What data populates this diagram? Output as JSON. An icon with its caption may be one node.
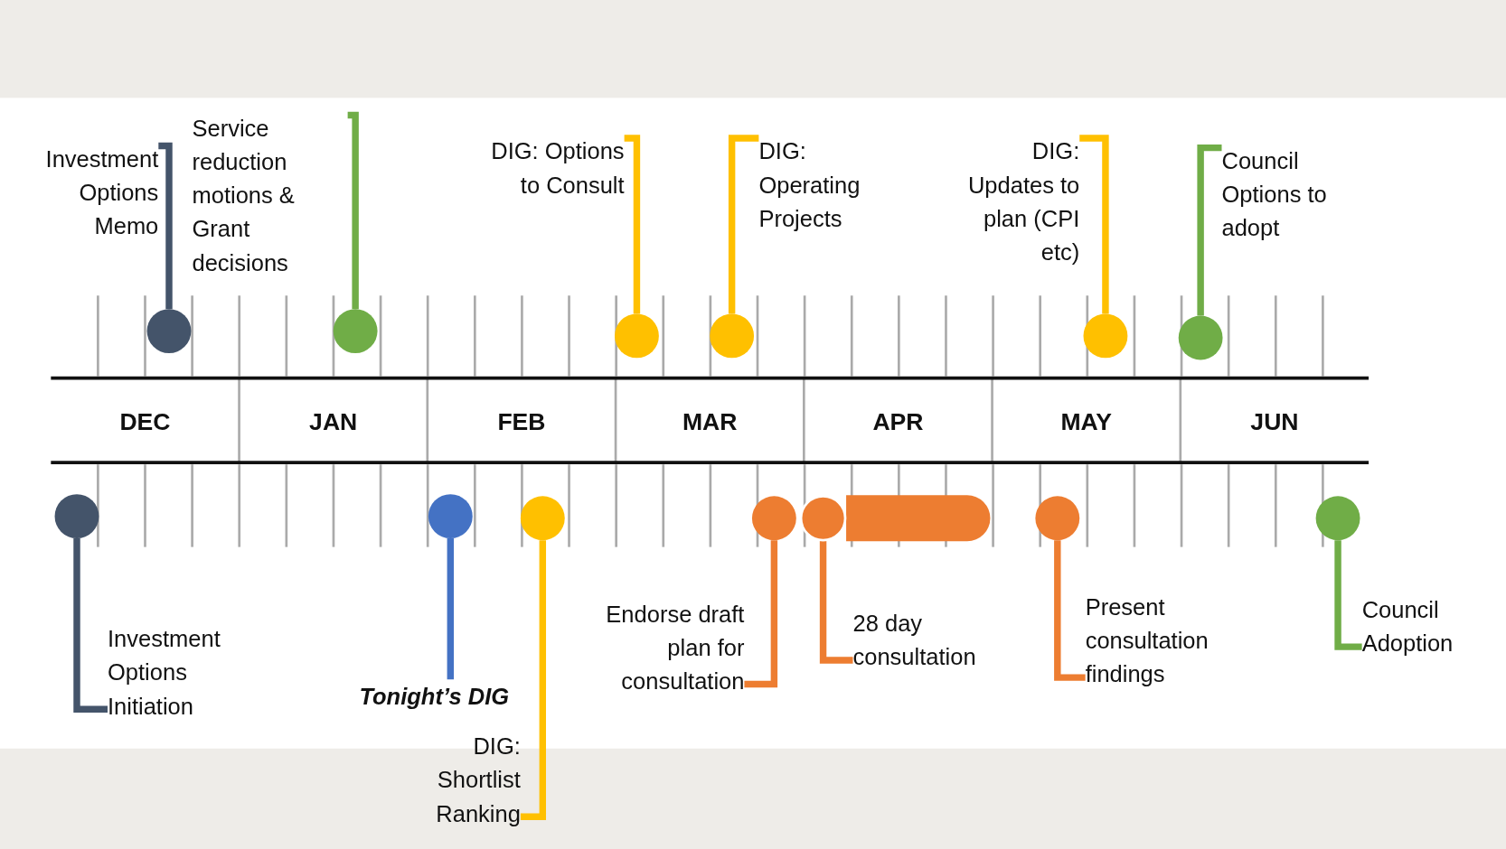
{
  "diagram": {
    "nodes": [
      {
        "text": [
          "Investment Options Memo"
        ]
      },
      {
        "text": [],
        "shape": "circle"
      },
      {
        "text": [
          "Service reduction motions & Grant decisions"
        ]
      },
      {
        "text": [],
        "shape": "circle"
      },
      {
        "text": [
          "DIG: Options to Consult"
        ]
      },
      {
        "text": [],
        "shape": "circle"
      },
      {
        "text": [
          "DIG: Operating Projects"
        ]
      },
      {
        "text": [],
        "shape": "circle"
      },
      {
        "text": [
          "DIG: Updates to plan (CPI etc)"
        ]
      },
      {
        "text": [],
        "shape": "circle"
      },
      {
        "text": [
          "Council Options to adopt"
        ]
      },
      {
        "text": [],
        "shape": "circle"
      },
      {
        "text": [
          "Investment Options Initiation"
        ]
      },
      {
        "text": [],
        "shape": "circle"
      },
      {
        "text": [
          "Tonight’s DIG"
        ]
      },
      {
        "text": [],
        "shape": "circle"
      },
      {
        "text": [
          "DIG: Shortlist Ranking"
        ]
      },
      {
        "text": [],
        "shape": "circle"
      },
      {
        "text": [
          "Endorse draft plan for consultation"
        ]
      },
      {
        "text": [],
        "shape": "circle"
      },
      {
        "text": [
          "28 day consultation"
        ]
      },
      {
        "text": [],
        "shape": "circle"
      },
      {
        "text": [],
        "shape": "bar"
      },
      {
        "text": [
          "Present consultation findings"
        ]
      },
      {
        "text": [],
        "shape": "circle"
      },
      {
        "text": [
          "Council Adoption"
        ]
      },
      {
        "text": [],
        "shape": "circle"
      }
    ],
    "edges": [
      {
        "from": 0,
        "to": 1,
        "arrow": "none",
        "color": "#44546a"
      },
      {
        "from": 2,
        "to": 3,
        "arrow": "none",
        "color": "#70ad47"
      },
      {
        "from": 4,
        "to": 5,
        "arrow": "none"
      },
      {
        "from": 6,
        "to": 7,
        "arrow": "none"
      },
      {
        "from": 8,
        "to": 9,
        "arrow": "none"
      },
      {
        "from": 10,
        "to": 11,
        "arrow": "none",
        "color": "#70ad47"
      },
      {
        "from": 12,
        "to": 13,
        "arrow": "none",
        "color": "#44546a"
      },
      {
        "from": 14,
        "to": 15,
        "arrow": "none",
        "color": "#4472c4"
      },
      {
        "from": 16,
        "to": 17,
        "arrow": "none"
      },
      {
        "from": 18,
        "to": 19,
        "arrow": "none",
        "color": "#ed7d31"
      },
      {
        "from": 20,
        "to": 21,
        "arrow": "none",
        "color": "#ed7d31"
      },
      {
        "from": 23,
        "to": 24,
        "arrow": "none",
        "color": "#ed7d31"
      },
      {
        "from": 25,
        "to": 26,
        "arrow": "none",
        "color": "#70ad47"
      }
    ],
    "labels": [
      "DEC",
      "JAN",
      "FEB",
      "MAR",
      "APR",
      "MAY",
      "JUN"
    ]
  }
}
